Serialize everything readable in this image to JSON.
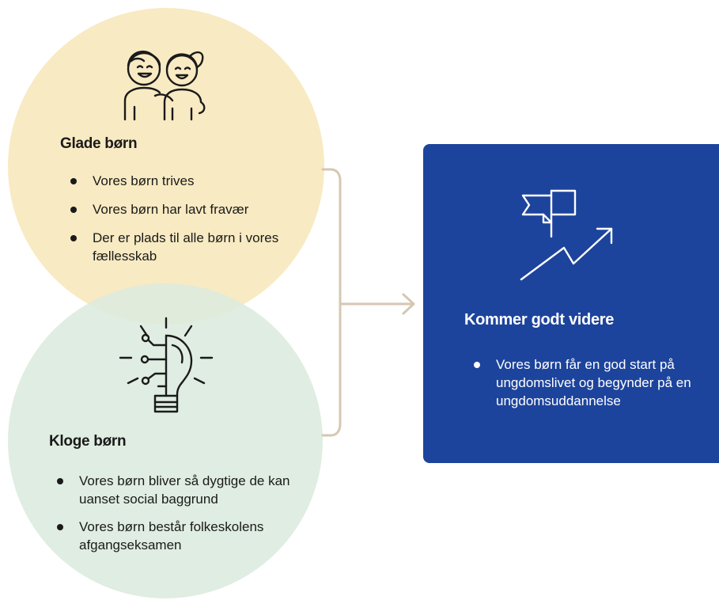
{
  "colors": {
    "yellow_circle": "#f7e7ba",
    "green_circle": "#dceade",
    "result_box": "#1d449c",
    "connector": "#d6c7b2",
    "text_dark": "#1a1a1a",
    "text_light": "#ffffff"
  },
  "glade": {
    "icon": "happy-children-icon",
    "title": "Glade børn",
    "bullets": [
      "Vores børn trives",
      "Vores børn har lavt fravær",
      "Der er plads til alle børn i vores fællesskab"
    ]
  },
  "kloge": {
    "icon": "lightbulb-idea-icon",
    "title": "Kloge børn",
    "bullets": [
      "Vores børn bliver så dygtige de kan uanset social baggrund",
      "Vores børn består folkeskolens afgangseksamen"
    ]
  },
  "result": {
    "icon": "flag-growth-arrow-icon",
    "title": "Kommer godt videre",
    "bullets": [
      "Vores børn får en god start på ungdomslivet og begynder på en ungdomsuddannelse"
    ]
  }
}
